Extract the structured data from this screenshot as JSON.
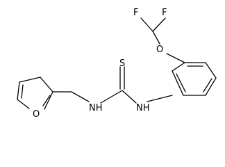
{
  "molecule": {
    "atoms": {
      "fluorine_left": "F",
      "fluorine_right": "F",
      "ether_oxygen": "O",
      "thione_sulfur": "S",
      "amine_left": "NH",
      "amine_right": "NH",
      "furan_oxygen": "O"
    }
  }
}
